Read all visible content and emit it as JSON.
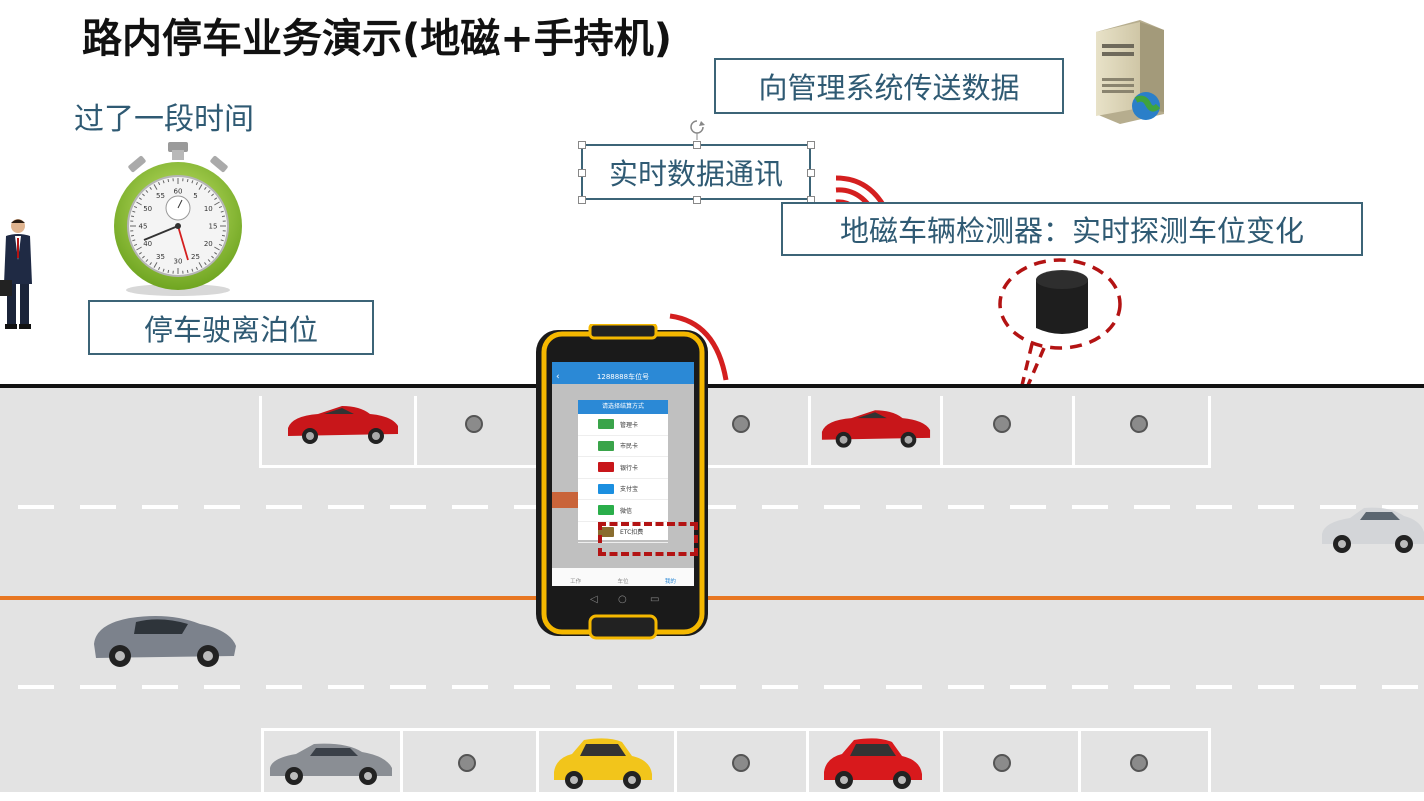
{
  "title": "路内停车业务演示(地磁+手持机)",
  "subtitle": "过了一段时间",
  "labels": {
    "send_data": "向管理系统传送数据",
    "realtime_comm": "实时数据通讯",
    "detector": "地磁车辆检测器：实时探测车位变化",
    "leave": "停车驶离泊位"
  },
  "phone": {
    "header_title": "1288888车位号",
    "dialog_title": "请选择结算方式",
    "payment_options": [
      {
        "label": "管理卡",
        "icon": "card-green-icon"
      },
      {
        "label": "市民卡",
        "icon": "card-green-icon"
      },
      {
        "label": "银行卡",
        "icon": "unionpay-icon"
      },
      {
        "label": "支付宝",
        "icon": "alipay-icon"
      },
      {
        "label": "微信",
        "icon": "wechat-icon"
      },
      {
        "label": "ETC扣费",
        "icon": "etc-icon"
      }
    ],
    "bottom_tabs": [
      "工作",
      "车位",
      "我的"
    ]
  },
  "stopwatch": {
    "numbers": [
      "60",
      "5",
      "10",
      "15",
      "20",
      "25",
      "30",
      "35",
      "40",
      "45",
      "50",
      "55"
    ]
  },
  "colors": {
    "accent_text": "#2f5a73",
    "box_border": "#3c6477",
    "road": "#e3e3e3",
    "center_line": "#e87722",
    "signal_red": "#d41f1f",
    "dashed_highlight": "#b31313",
    "phone_yellow": "#f5b800"
  }
}
